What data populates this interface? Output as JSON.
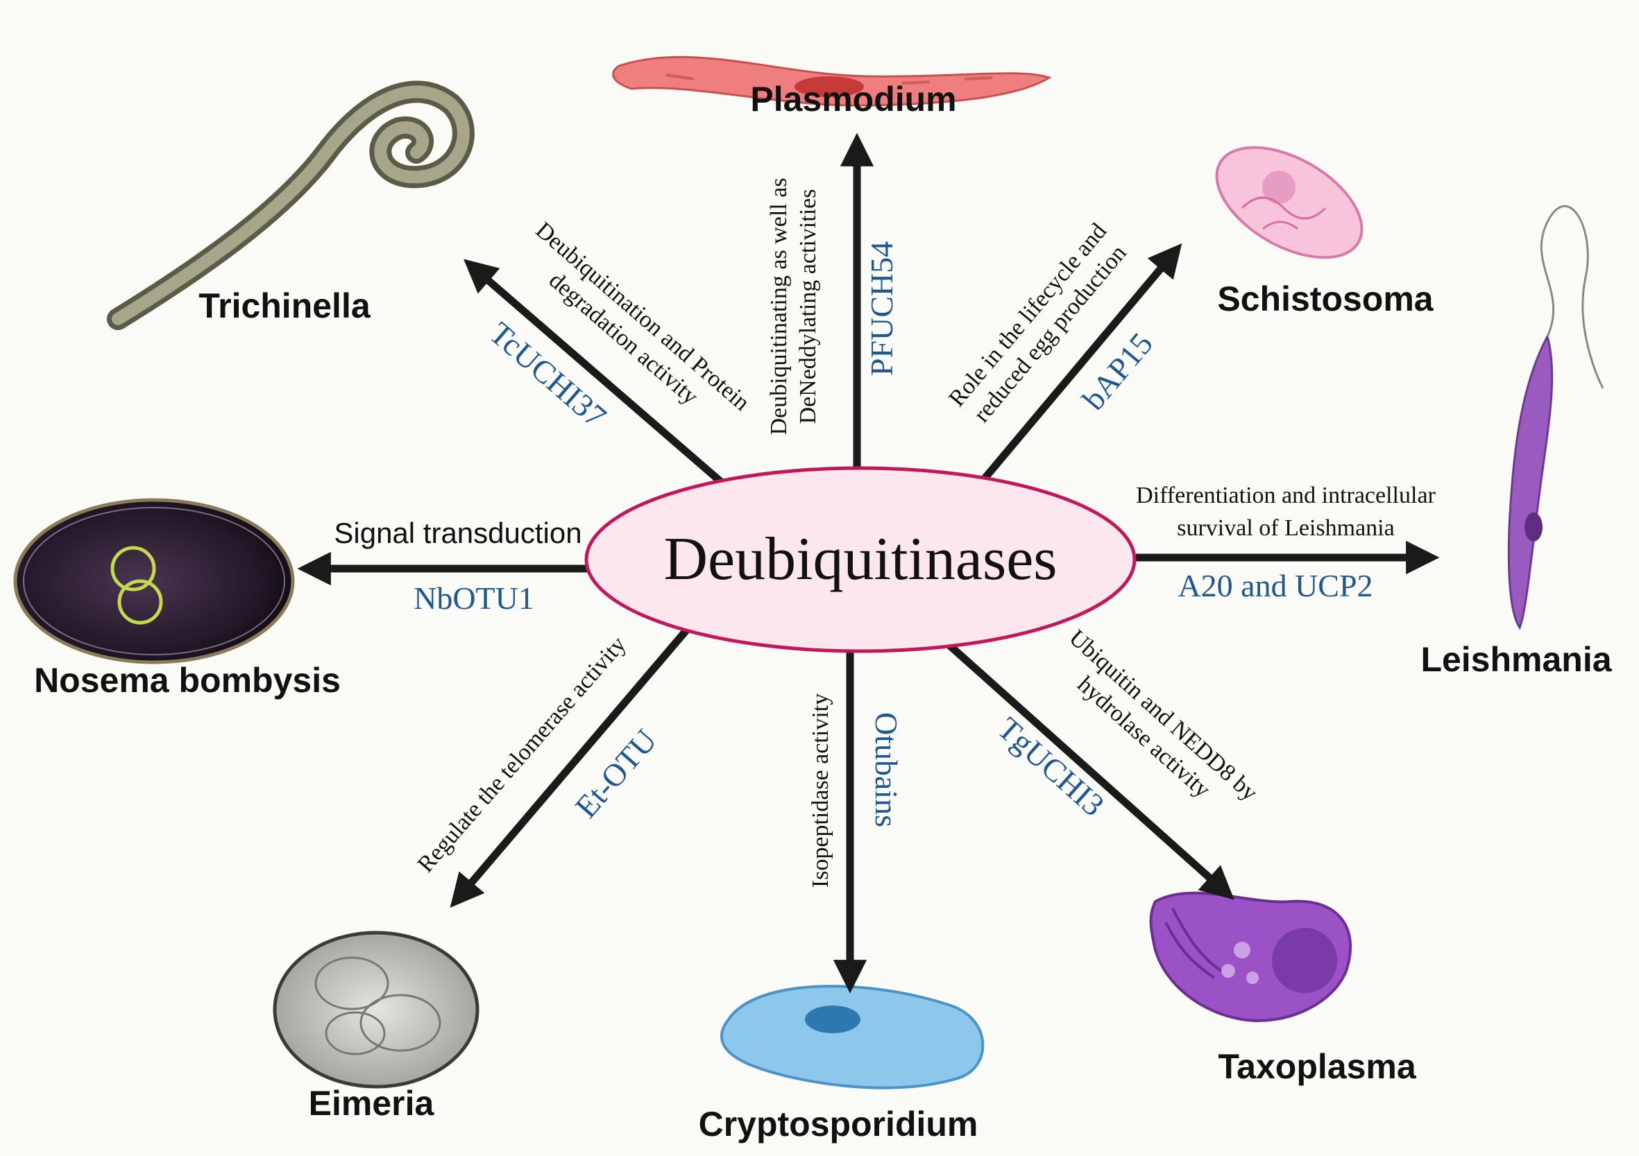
{
  "center_label": "Deubiquitinases",
  "organisms": {
    "plasmodium": "Plasmodium",
    "trichinella": "Trichinella",
    "schistosoma": "Schistosoma",
    "leishmania": "Leishmania",
    "nosema": "Nosema bombysis",
    "eimeria": "Eimeria",
    "cryptosporidium": "Cryptosporidium",
    "taxoplasma": "Taxoplasma"
  },
  "enzymes": {
    "plasmodium": "PFUCH54",
    "trichinella": "TcUCHI37",
    "schistosoma": "bAP15",
    "leishmania": "A20 and UCP2",
    "nosema": "NbOTU1",
    "eimeria": "Et-OTU",
    "cryptosporidium": "Otubains",
    "taxoplasma": "TgUCHI3"
  },
  "functions": {
    "plasmodium": [
      "Deubiquitinating as well as",
      "DeNeddylating activities"
    ],
    "trichinella": [
      "Deubiquitination and Protein",
      "degradation activity"
    ],
    "schistosoma": [
      "Role in the lifecycle and",
      "reduced egg production"
    ],
    "leishmania": [
      "Differentiation and intracellular",
      "survival of Leishmania"
    ],
    "nosema": [
      "Signal transduction"
    ],
    "eimeria": [
      "Regulate the telomerase activity"
    ],
    "cryptosporidium": [
      "Isopeptidase activity"
    ],
    "taxoplasma": [
      "Ubiquitin and NEDD8 by",
      "hydrolase activity"
    ]
  },
  "colors": {
    "ellipse_fill": "#fde7ef",
    "ellipse_stroke": "#c2185b",
    "enzyme_text": "#21578f",
    "arrow": "#1a1a1a",
    "plasmodium": "#ef7f7f",
    "trichinella": "#8a8a6a",
    "schistosoma": "#f2a6c8",
    "leishmania": "#9a5bc0",
    "nosema": "#1f1620",
    "eimeria": "#c9c9c1",
    "cryptosporidium": "#8ec7ec",
    "taxoplasma": "#9a52c6"
  }
}
